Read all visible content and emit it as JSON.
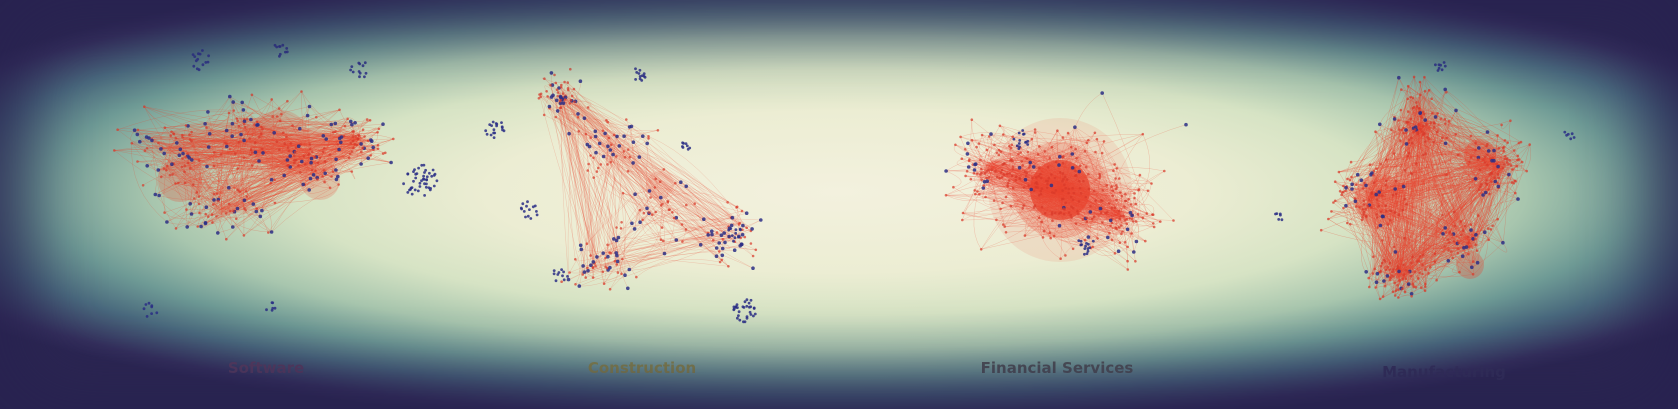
{
  "panels": [
    {
      "id": "software",
      "label": "Software",
      "label_color": "#5a3d5f"
    },
    {
      "id": "construction",
      "label": "Construction",
      "label_color": "#8a8a4a"
    },
    {
      "id": "financial",
      "label": "Financial Services",
      "label_color": "#4f5454"
    },
    {
      "id": "manufacturing",
      "label": "Manufacturing",
      "label_color": "#33305a"
    }
  ],
  "colors": {
    "edge": "#e8432e",
    "node_blue": "#2b2f86",
    "node_red": "#d8392a"
  }
}
